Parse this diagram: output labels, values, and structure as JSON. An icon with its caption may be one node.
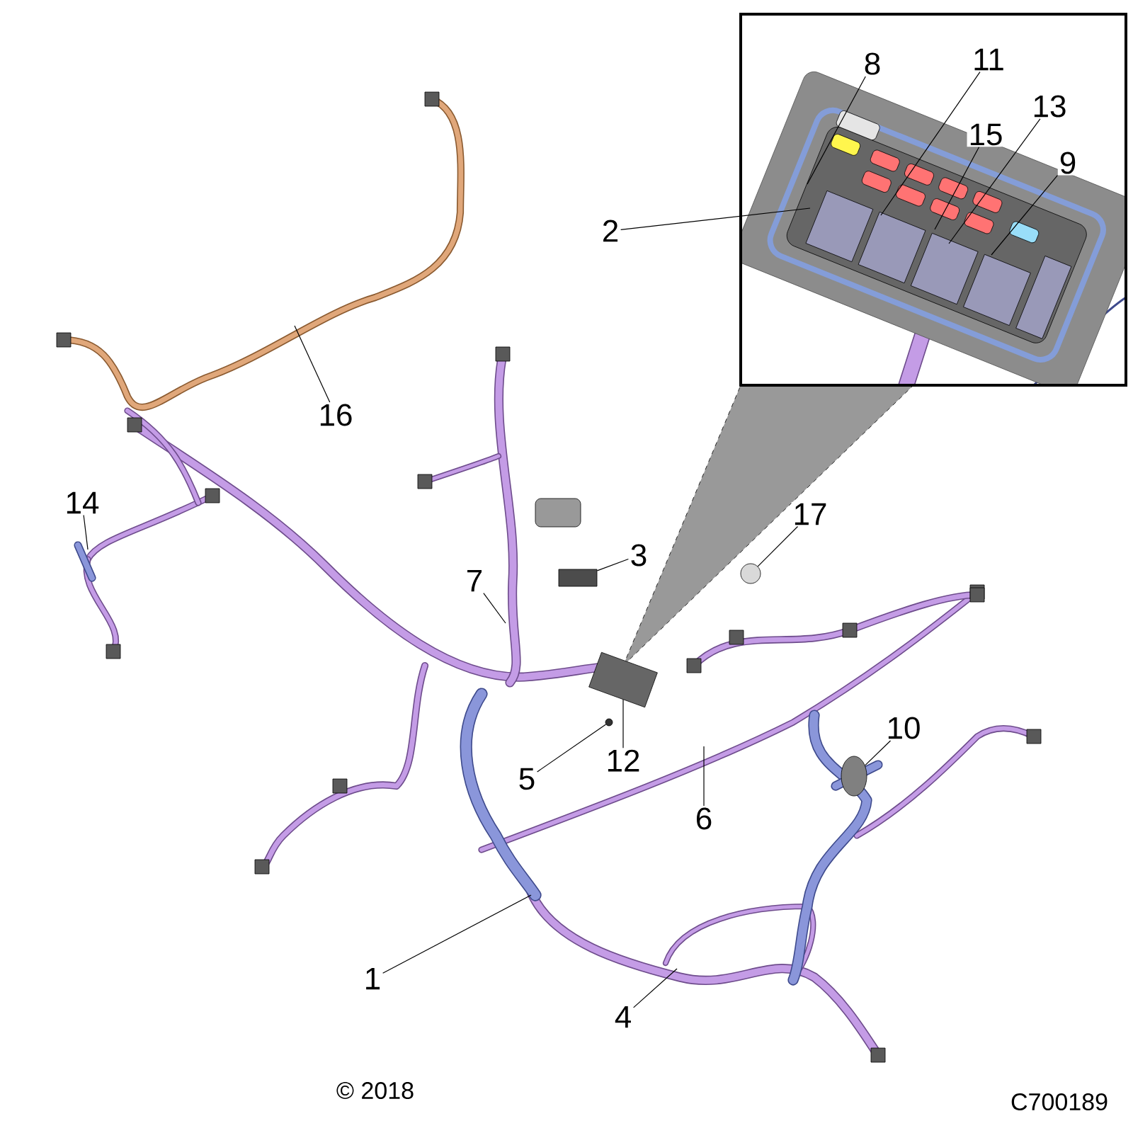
{
  "diagram": {
    "nodes": [
      {
        "text": [
          "8"
        ]
      },
      {
        "text": [
          "11"
        ]
      },
      {
        "text": [
          "13"
        ]
      },
      {
        "text": [
          "15"
        ]
      },
      {
        "text": [
          "9"
        ]
      },
      {
        "text": [
          "2"
        ]
      },
      {
        "text": [
          "16"
        ]
      },
      {
        "text": [
          "14"
        ]
      },
      {
        "text": [
          "17"
        ]
      },
      {
        "text": [
          "3"
        ]
      },
      {
        "text": [
          "7"
        ]
      },
      {
        "text": [
          "10"
        ]
      },
      {
        "text": [
          "12"
        ]
      },
      {
        "text": [
          "5"
        ]
      },
      {
        "text": [
          "6"
        ]
      },
      {
        "text": [
          "1"
        ]
      },
      {
        "text": [
          "4"
        ]
      },
      {
        "text": [],
        "shape": "box"
      },
      {
        "text": [],
        "shape": "box"
      },
      {
        "text": [],
        "shape": "circle"
      },
      {
        "text": [],
        "shape": "circle"
      },
      {
        "text": [],
        "shape": "circle"
      }
    ],
    "edges": [
      {
        "from": 0,
        "to": null,
        "arrow": "none"
      },
      {
        "from": 1,
        "to": null,
        "arrow": "none"
      },
      {
        "from": 2,
        "to": null,
        "arrow": "none"
      },
      {
        "from": 3,
        "to": null,
        "arrow": "none"
      },
      {
        "from": 4,
        "to": null,
        "arrow": "none"
      },
      {
        "from": 5,
        "to": null,
        "arrow": "none"
      },
      {
        "from": 6,
        "to": null,
        "arrow": "none"
      },
      {
        "from": 7,
        "to": null,
        "arrow": "none"
      },
      {
        "from": 8,
        "to": 19,
        "arrow": "none"
      },
      {
        "from": 9,
        "to": 17,
        "arrow": "none"
      },
      {
        "from": 10,
        "to": null,
        "arrow": "none"
      },
      {
        "from": 11,
        "to": 20,
        "arrow": "none"
      },
      {
        "from": 12,
        "to": 18,
        "arrow": "none"
      },
      {
        "from": 13,
        "to": 21,
        "arrow": "none"
      },
      {
        "from": 14,
        "to": null,
        "arrow": "none"
      },
      {
        "from": 15,
        "to": null,
        "arrow": "none"
      },
      {
        "from": 16,
        "to": null,
        "arrow": "none"
      }
    ],
    "labels": [
      "© 2018",
      "C700189"
    ]
  }
}
